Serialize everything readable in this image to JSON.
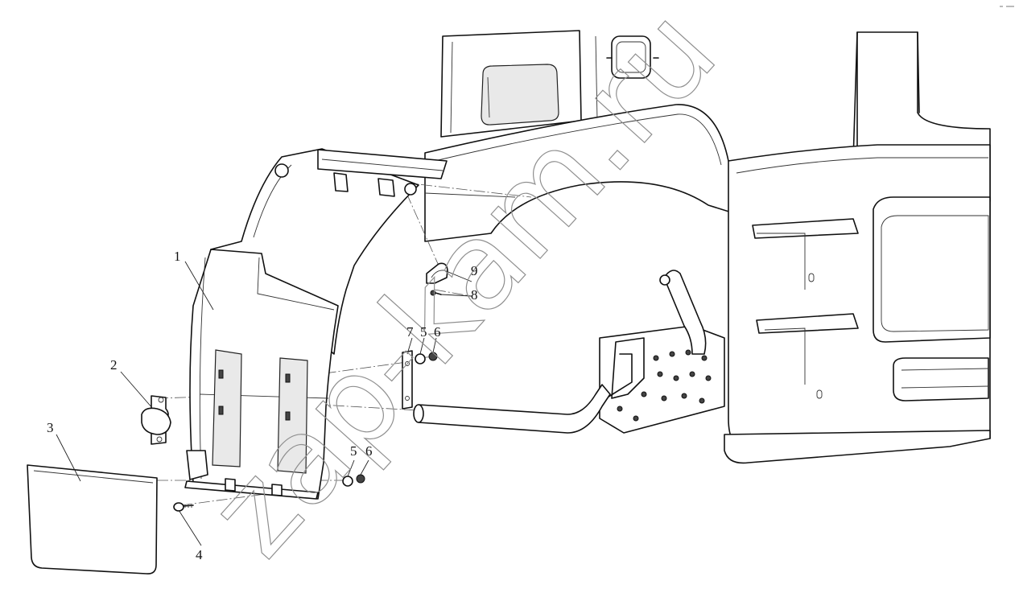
{
  "callouts": {
    "c1": "1",
    "c2": "2",
    "c3": "3",
    "c4": "4",
    "c5a": "5",
    "c6a": "6",
    "c5b": "5",
    "c6b": "6",
    "c7": "7",
    "c8": "8",
    "c9": "9"
  },
  "watermark": "zap-kam.ru"
}
